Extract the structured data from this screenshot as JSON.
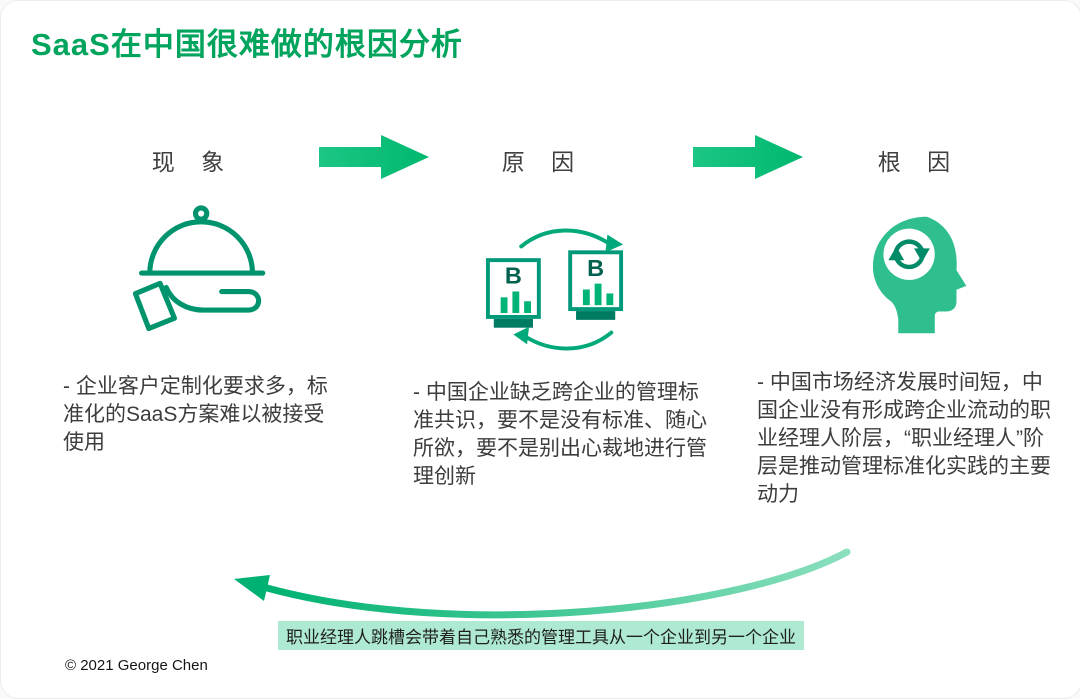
{
  "title": "SaaS在中国很难做的根因分析",
  "stages": [
    {
      "label": "现 象",
      "icon": "cloche-hand-icon",
      "description": "- 企业客户定制化要求多，标准化的SaaS方案难以被接受使用"
    },
    {
      "label": "原 因",
      "icon": "b2b-exchange-icon",
      "description": "- 中国企业缺乏跨企业的管理标准共识，要不是没有标准、随心所欲，要不是别出心裁地进行管理创新"
    },
    {
      "label": "根 因",
      "icon": "head-cycle-icon",
      "description": "- 中国市场经济发展时间短，中国企业没有形成跨企业流动的职业经理人阶层，“职业经理人”阶层是推动管理标准化实践的主要动力"
    }
  ],
  "building_letter": "B",
  "footer_note": "职业经理人跳槽会带着自己熟悉的管理工具从一个企业到另一个企业",
  "copyright": "© 2021 George Chen",
  "colors": {
    "title_green": "#00a45d",
    "accent_green": "#00bd78",
    "icon_green": "#00946e",
    "highlight": "#aeead2"
  }
}
